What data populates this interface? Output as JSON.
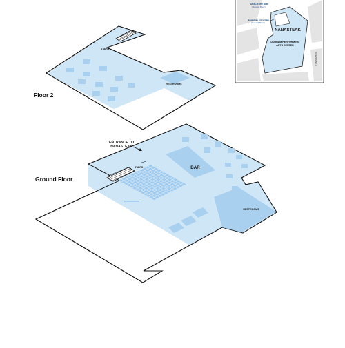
{
  "colors": {
    "floor_fill": "#cfe6f7",
    "room_fill": "#a9d0ee",
    "seat_fill": "#9fcaee",
    "outline": "#111111",
    "map_bg": "#ffffff",
    "map_block": "#e4e4e4",
    "building_fill": "#cfe6f7"
  },
  "floors": {
    "floor2": {
      "label": "Floor 2",
      "stairs": "STAIRS",
      "restrooms": "RESTROOMS"
    },
    "ground": {
      "label": "Ground Floor",
      "entrance": [
        "ENTRANCE TO",
        "NANASTEAK"
      ],
      "stairs": "STAIRS",
      "bar": "BAR",
      "restrooms": "RESTROOMS"
    }
  },
  "map": {
    "building": "NANASTEAK",
    "center": [
      "DURHAM PERFORMING",
      "ARTS CENTER"
    ],
    "dpac_entry": [
      "DPAC Entry Gate",
      "(Ground Floor)"
    ],
    "nana_entry": [
      "Nanasteak Entry Gate",
      "(Ground Floor)"
    ],
    "street": "S Mangum St"
  }
}
